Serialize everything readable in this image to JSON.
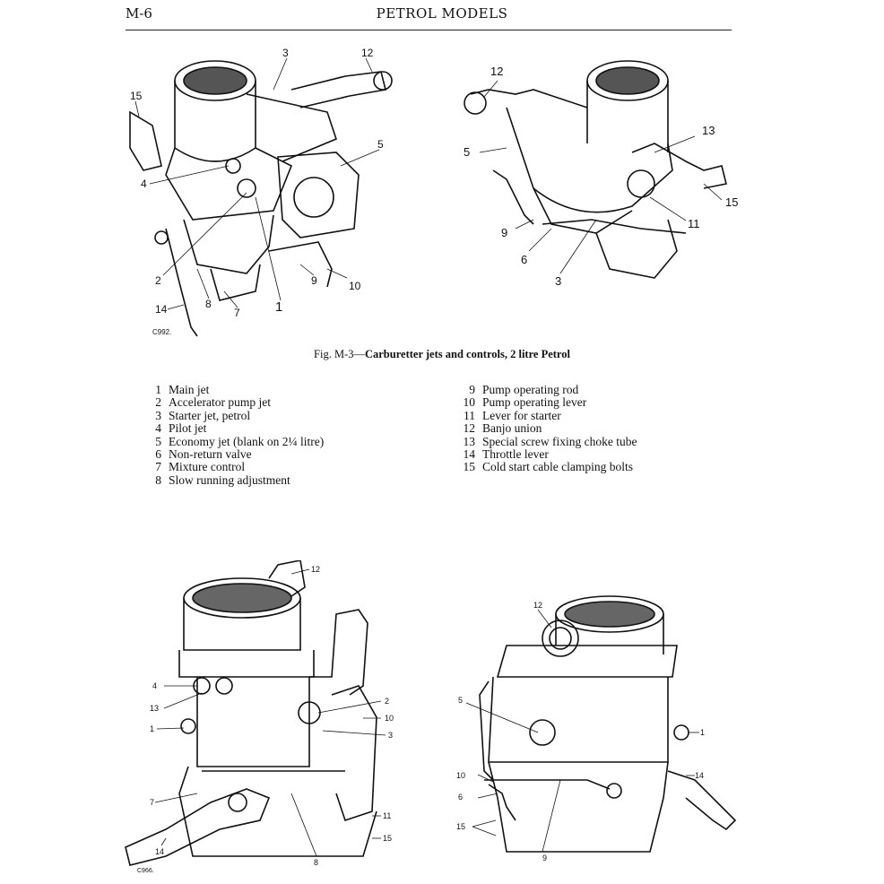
{
  "header": {
    "page_number": "M-6",
    "title": "PETROL MODELS"
  },
  "figure_top": {
    "caption_prefix": "Fig. M-3—",
    "caption_main": "Carburetter jets and controls, 2 litre Petrol",
    "ref_code": "C992.",
    "left_callouts": [
      "3",
      "12",
      "15",
      "4",
      "5",
      "2",
      "8",
      "7",
      "1",
      "9",
      "10",
      "14"
    ],
    "right_callouts": [
      "12",
      "5",
      "13",
      "15",
      "11",
      "9",
      "6",
      "3"
    ]
  },
  "legend": {
    "left": [
      {
        "num": "1",
        "text": "Main jet"
      },
      {
        "num": "2",
        "text": "Accelerator pump jet"
      },
      {
        "num": "3",
        "text": "Starter jet, petrol"
      },
      {
        "num": "4",
        "text": "Pilot jet"
      },
      {
        "num": "5",
        "text": "Economy jet (blank on 2¼ litre)"
      },
      {
        "num": "6",
        "text": "Non-return valve"
      },
      {
        "num": "7",
        "text": "Mixture control"
      },
      {
        "num": "8",
        "text": "Slow running adjustment"
      }
    ],
    "right": [
      {
        "num": "9",
        "text": "Pump operating rod"
      },
      {
        "num": "10",
        "text": "Pump operating lever"
      },
      {
        "num": "11",
        "text": "Lever for starter"
      },
      {
        "num": "12",
        "text": "Banjo union"
      },
      {
        "num": "13",
        "text": "Special screw fixing choke tube"
      },
      {
        "num": "14",
        "text": "Throttle lever"
      },
      {
        "num": "15",
        "text": "Cold start cable clamping bolts"
      }
    ]
  },
  "figure_bottom": {
    "ref_code": "C966.",
    "left_callouts": [
      "12",
      "4",
      "13",
      "1",
      "2",
      "10",
      "3",
      "7",
      "8",
      "11",
      "14",
      "15"
    ],
    "right_callouts": [
      "12",
      "5",
      "1",
      "10",
      "6",
      "14",
      "15",
      "9"
    ]
  }
}
